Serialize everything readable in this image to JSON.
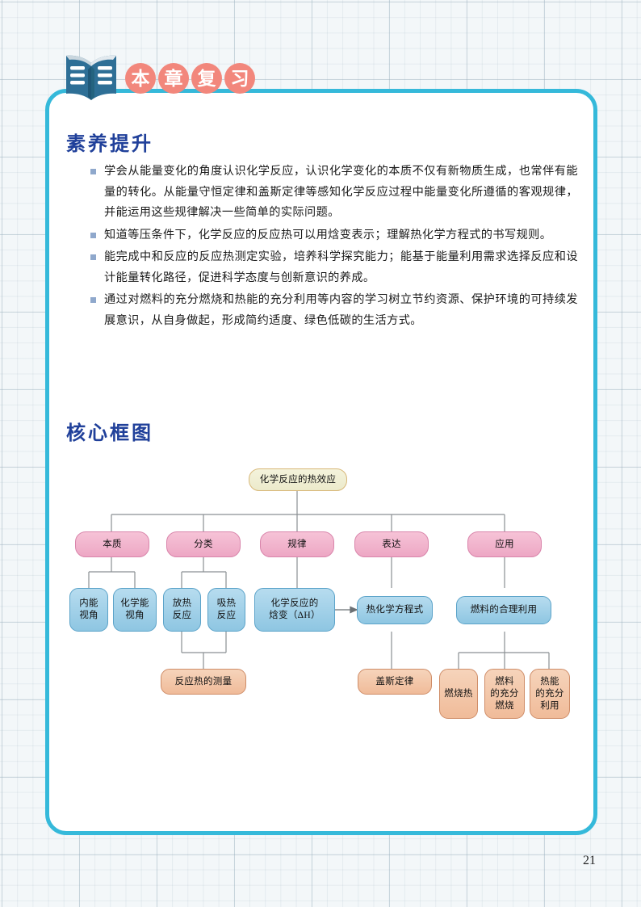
{
  "page": {
    "number": "21",
    "background": "#f3f7f9",
    "card_border_color": "#35b9da"
  },
  "header": {
    "icon": "open-book-icon",
    "title_chars": [
      "本",
      "章",
      "复",
      "习"
    ],
    "title_full": "本章复习",
    "badge_color": "#f2877c"
  },
  "sections": {
    "competency": {
      "heading": "素养提升",
      "heading_color": "#20409a",
      "bullets": [
        "学会从能量变化的角度认识化学反应，认识化学变化的本质不仅有新物质生成，也常伴有能量的转化。从能量守恒定律和盖斯定律等感知化学反应过程中能量变化所遵循的客观规律，并能运用这些规律解决一些简单的实际问题。",
        "知道等压条件下，化学反应的反应热可以用焓变表示；理解热化学方程式的书写规则。",
        "能完成中和反应的反应热测定实验，培养科学探究能力；能基于能量利用需求选择反应和设计能量转化路径，促进科学态度与创新意识的养成。",
        "通过对燃料的充分燃烧和热能的充分利用等内容的学习树立节约资源、保护环境的可持续发展意识，从自身做起，形成简约适度、绿色低碳的生活方式。"
      ]
    },
    "framework": {
      "heading": "核心框图"
    }
  },
  "diagram": {
    "type": "tree",
    "root": {
      "label": "化学反应的热效应",
      "color": "#eceacb"
    },
    "level2": [
      {
        "label": "本质",
        "color": "#eda7c4"
      },
      {
        "label": "分类",
        "color": "#eda7c4"
      },
      {
        "label": "规律",
        "color": "#eda7c4"
      },
      {
        "label": "表达",
        "color": "#eda7c4"
      },
      {
        "label": "应用",
        "color": "#eda7c4"
      }
    ],
    "level3": [
      {
        "label": "内能\n视角",
        "color": "#8ec6e2"
      },
      {
        "label": "化学能\n视角",
        "color": "#8ec6e2"
      },
      {
        "label": "放热\n反应",
        "color": "#8ec6e2"
      },
      {
        "label": "吸热\n反应",
        "color": "#8ec6e2"
      },
      {
        "label": "化学反应的\n焓变（ΔH）",
        "color": "#8ec6e2"
      },
      {
        "label": "热化学方程式",
        "color": "#8ec6e2"
      },
      {
        "label": "燃料的合理利用",
        "color": "#8ec6e2"
      }
    ],
    "level4": [
      {
        "label": "反应热的测量",
        "color": "#f0bb99"
      },
      {
        "label": "盖斯定律",
        "color": "#f0bb99"
      },
      {
        "label": "燃烧热",
        "color": "#f0bb99"
      },
      {
        "label": "燃料\n的充分\n燃烧",
        "color": "#f0bb99"
      },
      {
        "label": "热能\n的充分\n利用",
        "color": "#f0bb99"
      }
    ],
    "edges_note": "root bus to five level2 nodes; 本质→内能视角/化学能视角; 分类→放热反应/吸热反应 and down to 反应热的测量; 规律→化学反应的焓变（ΔH）; 焓变 arrow→热化学方程式; 表达→热化学方程式→盖斯定律; 应用→燃料的合理利用→燃烧热/燃料的充分燃烧/热能的充分利用"
  }
}
